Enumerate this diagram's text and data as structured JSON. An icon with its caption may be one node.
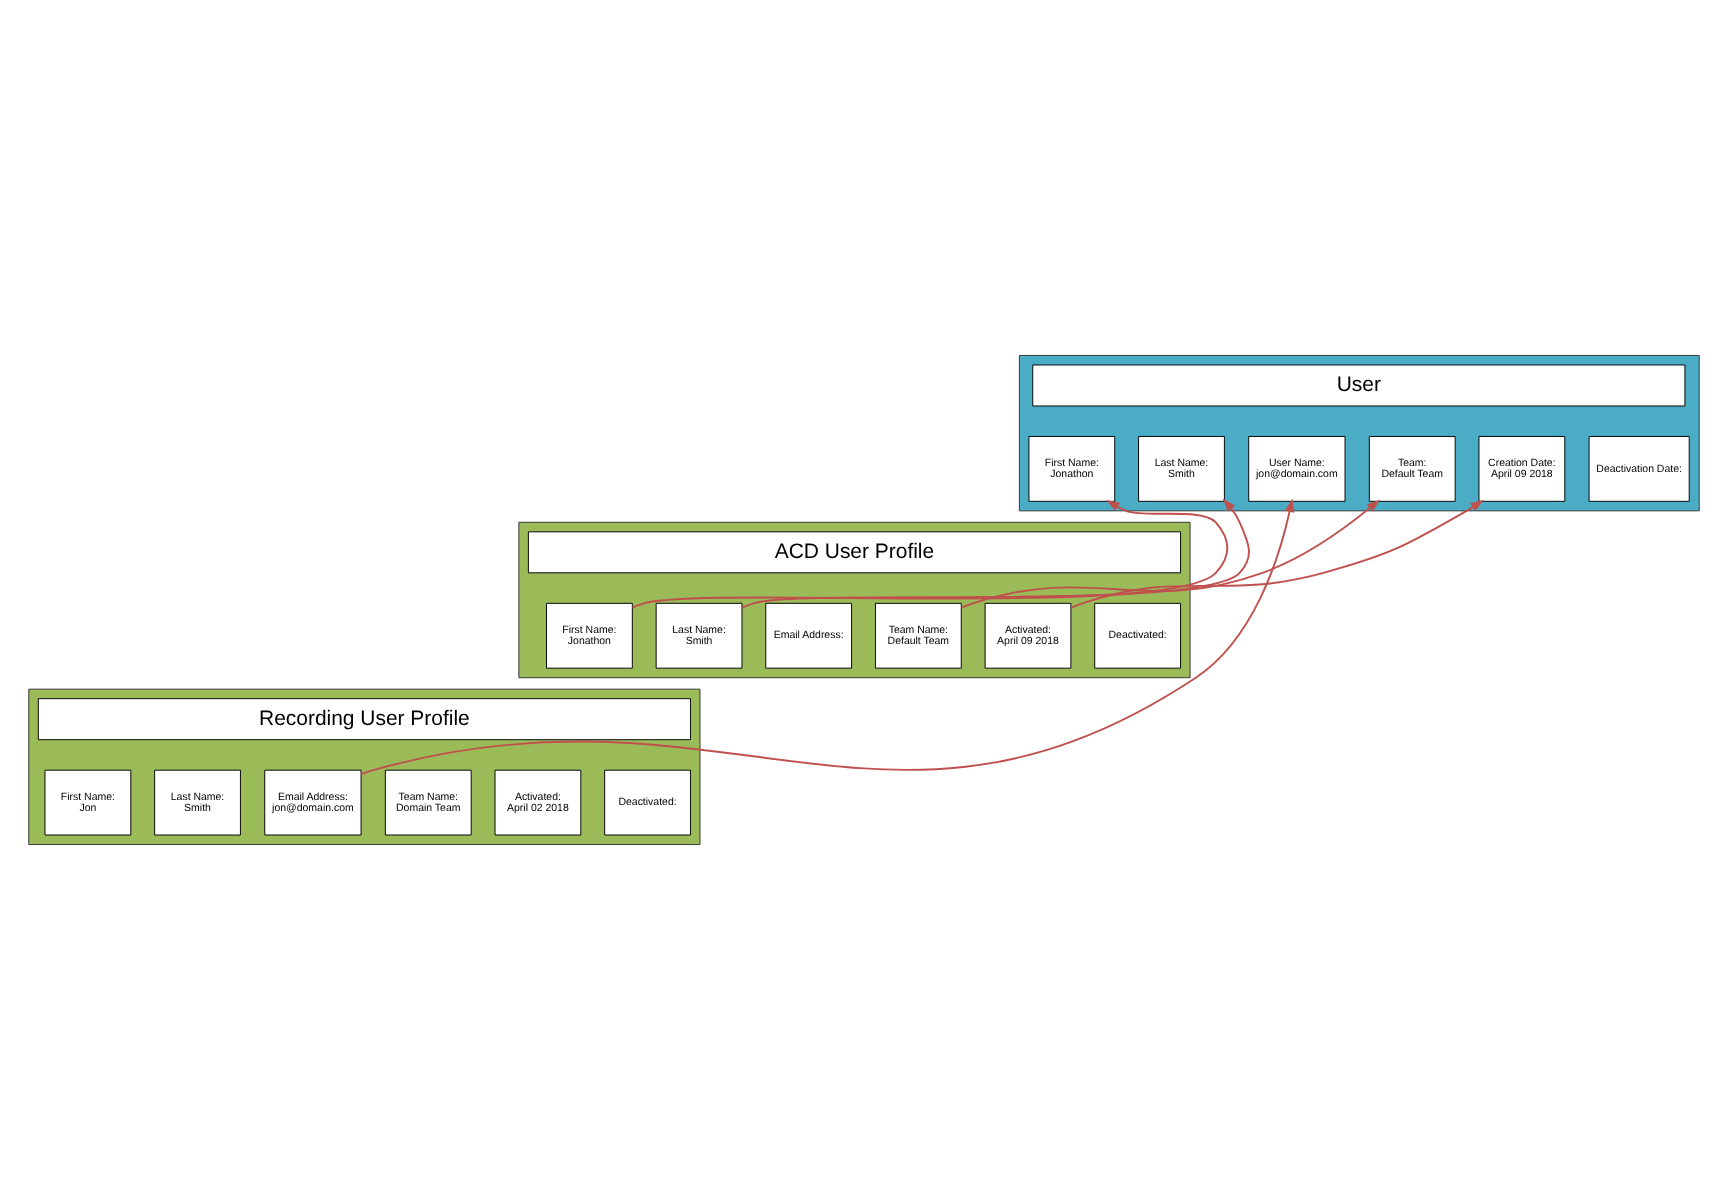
{
  "diagram": {
    "nodes": [
      {
        "text": [],
        "shape": "box"
      },
      {
        "text": [
          "User"
        ],
        "in": 0
      },
      {
        "text": [
          "First Name:",
          "Jonathon"
        ],
        "in": 0
      },
      {
        "text": [
          "Last Name:",
          "Smith"
        ],
        "in": 0
      },
      {
        "text": [
          "User Name:",
          "jon@domain.com"
        ],
        "in": 0
      },
      {
        "text": [
          "Team:",
          "Default Team"
        ],
        "in": 0
      },
      {
        "text": [
          "Creation Date:",
          "April 09 2018"
        ],
        "in": 0
      },
      {
        "text": [
          "Deactivation Date:"
        ],
        "in": 0
      },
      {
        "text": [],
        "shape": "box"
      },
      {
        "text": [
          "ACD User Profile"
        ],
        "in": 8
      },
      {
        "text": [
          "First Name:",
          "Jonathon"
        ],
        "in": 8
      },
      {
        "text": [
          "Last Name:",
          "Smith"
        ],
        "in": 8
      },
      {
        "text": [
          "Email Address:"
        ],
        "in": 8
      },
      {
        "text": [
          "Team Name:",
          "Default Team"
        ],
        "in": 8
      },
      {
        "text": [
          "Activated:",
          "April 09 2018"
        ],
        "in": 8
      },
      {
        "text": [
          "Deactivated:"
        ],
        "in": 8
      },
      {
        "text": [],
        "shape": "box"
      },
      {
        "text": [
          "Recording User Profile"
        ],
        "in": 16
      },
      {
        "text": [
          "First Name:",
          "Jon"
        ],
        "in": 16
      },
      {
        "text": [
          "Last Name:",
          "Smith"
        ],
        "in": 16
      },
      {
        "text": [
          "Email Address:",
          "jon@domain.com"
        ],
        "in": 16
      },
      {
        "text": [
          "Team Name:",
          "Domain Team"
        ],
        "in": 16
      },
      {
        "text": [
          "Activated:",
          "April 02 2018"
        ],
        "in": 16
      },
      {
        "text": [
          "Deactivated:"
        ],
        "in": 16
      }
    ],
    "edges": [
      {
        "from": 10,
        "to": 2,
        "arrow": "to"
      },
      {
        "from": 11,
        "to": 3,
        "arrow": "to"
      },
      {
        "from": 20,
        "to": 4,
        "arrow": "to"
      },
      {
        "from": 13,
        "to": 5,
        "arrow": "to"
      },
      {
        "from": 14,
        "to": 6,
        "arrow": "to"
      }
    ]
  }
}
